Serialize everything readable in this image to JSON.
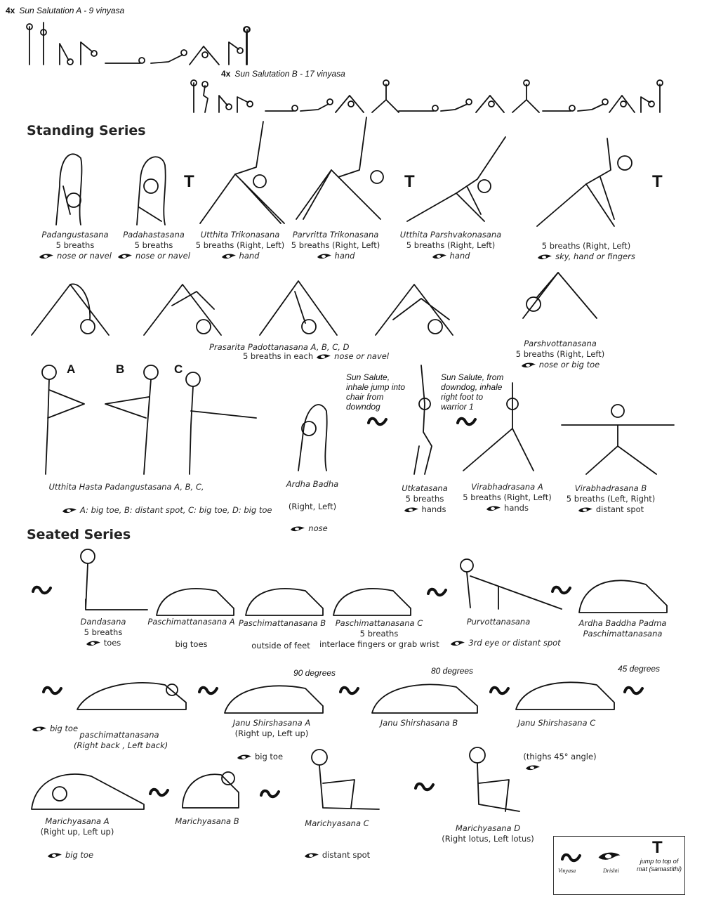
{
  "header": {
    "sun_a": {
      "count": "4x",
      "title": "Sun Salutation A - 9 vinyasa"
    },
    "sun_b": {
      "count": "4x",
      "title": "Sun Salutation B - 17 vinyasa"
    }
  },
  "standing": {
    "title": "Standing Series",
    "row1": [
      {
        "name": "Padangustasana",
        "breaths": "5 breaths",
        "drishti": "nose or navel"
      },
      {
        "name": "Padahastasana",
        "breaths": "5 breaths",
        "drishti": "nose or navel"
      },
      {
        "name": "Utthita Trikonasana",
        "breaths": "5 breaths (Right, Left)",
        "drishti": "hand"
      },
      {
        "name": "Parvritta Trikonasana",
        "breaths": "5 breaths (Right, Left)",
        "drishti": "hand"
      },
      {
        "name": "Utthita Parshvakonasana",
        "breaths": "5 breaths (Right, Left)",
        "drishti": "hand"
      },
      {
        "name": "",
        "breaths": "5 breaths (Right, Left)",
        "drishti": "sky, hand or fingers"
      }
    ],
    "t_marker": "T",
    "prasarita": {
      "name": "Prasarita Padottanasana A, B, C, D",
      "breaths": "5 breaths in each",
      "drishti": "nose or navel"
    },
    "parshvottanasana": {
      "name": "Parshvottanasana",
      "breaths": "5 breaths (Right, Left)",
      "drishti": "nose or big toe"
    },
    "hasta": {
      "letters": [
        "A",
        "B",
        "C"
      ],
      "name": "Utthita Hasta Padangustasana A, B, C,",
      "drishti": "A: big toe, B: distant spot, C: big toe, D: big toe"
    },
    "ardha": {
      "name": "Ardha Badha",
      "breaths": "(Right, Left)",
      "drishti": "nose"
    },
    "note1": "Sun Salute, inhale jump into chair from downdog",
    "note2": "Sun Salute, from downdog, inhale right foot to warrior 1",
    "utkatasana": {
      "name": "Utkatasana",
      "breaths": "5 breaths",
      "drishti": "hands"
    },
    "vira_a": {
      "name": "Virabhadrasana A",
      "breaths": "5 breaths (Right, Left)",
      "drishti": "hands"
    },
    "vira_b": {
      "name": "Virabhadrasana B",
      "breaths": "5 breaths (Left, Right)",
      "drishti": "distant spot"
    }
  },
  "seated": {
    "title": "Seated Series",
    "row1": [
      {
        "name": "Dandasana",
        "breaths": "5 breaths",
        "drishti": "toes"
      },
      {
        "name": "Paschimattanasana A",
        "breaths": "",
        "drishti": "big toes"
      },
      {
        "name": "Paschimattanasana B",
        "breaths": "",
        "drishti": "outside of feet"
      },
      {
        "name": "Paschimattanasana C",
        "breaths": "5 breaths",
        "drishti": "interlace fingers or grab wrist"
      },
      {
        "name": "Purvottanasana",
        "breaths": "",
        "drishti": "3rd eye or distant spot"
      },
      {
        "name": "Ardha Baddha Padma Paschimattanasana",
        "breaths": "",
        "drishti": ""
      }
    ],
    "degrees": [
      "90 degrees",
      "80 degrees",
      "45 degrees"
    ],
    "row2": [
      {
        "name": "paschimattanasana",
        "breaths": "(Right back , Left back)",
        "drishti": "big toe"
      },
      {
        "name": "Janu Shirshasana A",
        "breaths": "(Right up, Left up)",
        "drishti": "big toe"
      },
      {
        "name": "Janu Shirshasana B",
        "breaths": "",
        "drishti": ""
      },
      {
        "name": "Janu Shirshasana C",
        "breaths": "(thighs 45° angle)",
        "drishti": ""
      }
    ],
    "row3": [
      {
        "name": "Marichyasana A",
        "breaths": "(Right up, Left up)",
        "drishti": "big toe"
      },
      {
        "name": "Marichyasana B",
        "breaths": "",
        "drishti": ""
      },
      {
        "name": "Marichyasana C",
        "breaths": "",
        "drishti": "distant spot"
      },
      {
        "name": "Marichyasana D",
        "breaths": "(Right lotus, Left lotus)",
        "drishti": ""
      }
    ]
  },
  "legend": {
    "vinyasa": "Vinyasa",
    "drishti": "Drishti",
    "t": "T",
    "t_desc": "jump to top of mat (samastithi)"
  }
}
